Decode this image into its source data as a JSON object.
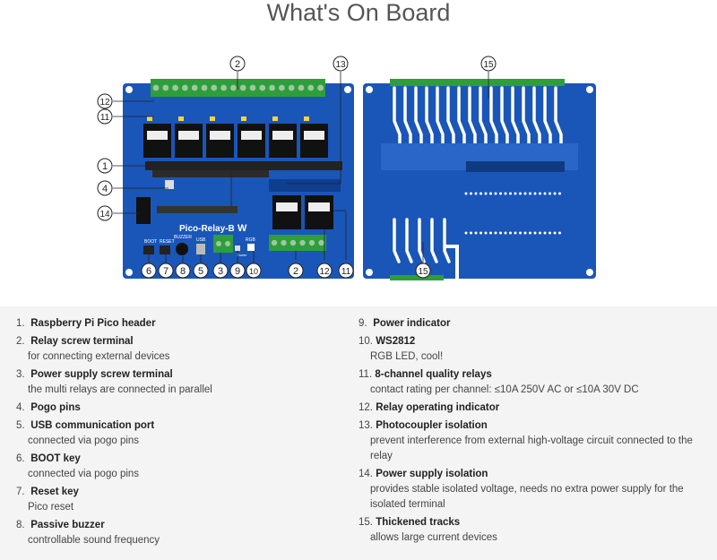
{
  "title": "What's On Board",
  "board_label": "Pico-Relay-B",
  "silkscreen": {
    "boot": "BOOT",
    "reset": "RESET",
    "buzzer": "BUZZER",
    "usb": "USB",
    "rgb": "RGB",
    "power": "Power"
  },
  "callouts_front": [
    "2",
    "12",
    "11",
    "1",
    "4",
    "14",
    "13",
    "6",
    "7",
    "8",
    "5",
    "3",
    "9",
    "10",
    "2",
    "12",
    "11"
  ],
  "callouts_back": [
    "15",
    "15"
  ],
  "legend": [
    {
      "num": "1.",
      "title": "Raspberry Pi Pico header",
      "desc": ""
    },
    {
      "num": "2.",
      "title": "Relay screw terminal",
      "desc": "for connecting external devices"
    },
    {
      "num": "3.",
      "title": "Power supply screw terminal",
      "desc": "the multi relays are connected in parallel"
    },
    {
      "num": "4.",
      "title": "Pogo pins",
      "desc": ""
    },
    {
      "num": "5.",
      "title": "USB communication port",
      "desc": "connected via pogo pins"
    },
    {
      "num": "6.",
      "title": "BOOT key",
      "desc": "connected via pogo pins"
    },
    {
      "num": "7.",
      "title": "Reset key",
      "desc": "Pico reset"
    },
    {
      "num": "8.",
      "title": "Passive buzzer",
      "desc": "controllable sound frequency"
    },
    {
      "num": "9.",
      "title": "Power indicator",
      "desc": ""
    },
    {
      "num": "10.",
      "title": "WS2812",
      "desc": "RGB LED, cool!"
    },
    {
      "num": "11.",
      "title": "8-channel quality relays",
      "desc": "contact rating per channel: ≤10A 250V AC or ≤10A 30V DC"
    },
    {
      "num": "12.",
      "title": "Relay operating indicator",
      "desc": ""
    },
    {
      "num": "13.",
      "title": "Photocoupler isolation",
      "desc": "prevent interference from external high-voltage circuit connected to the relay"
    },
    {
      "num": "14.",
      "title": "Power supply isolation",
      "desc": "provides stable isolated voltage, needs no extra power supply for the isolated terminal"
    },
    {
      "num": "15.",
      "title": "Thickened tracks",
      "desc": "allows large current devices"
    }
  ]
}
